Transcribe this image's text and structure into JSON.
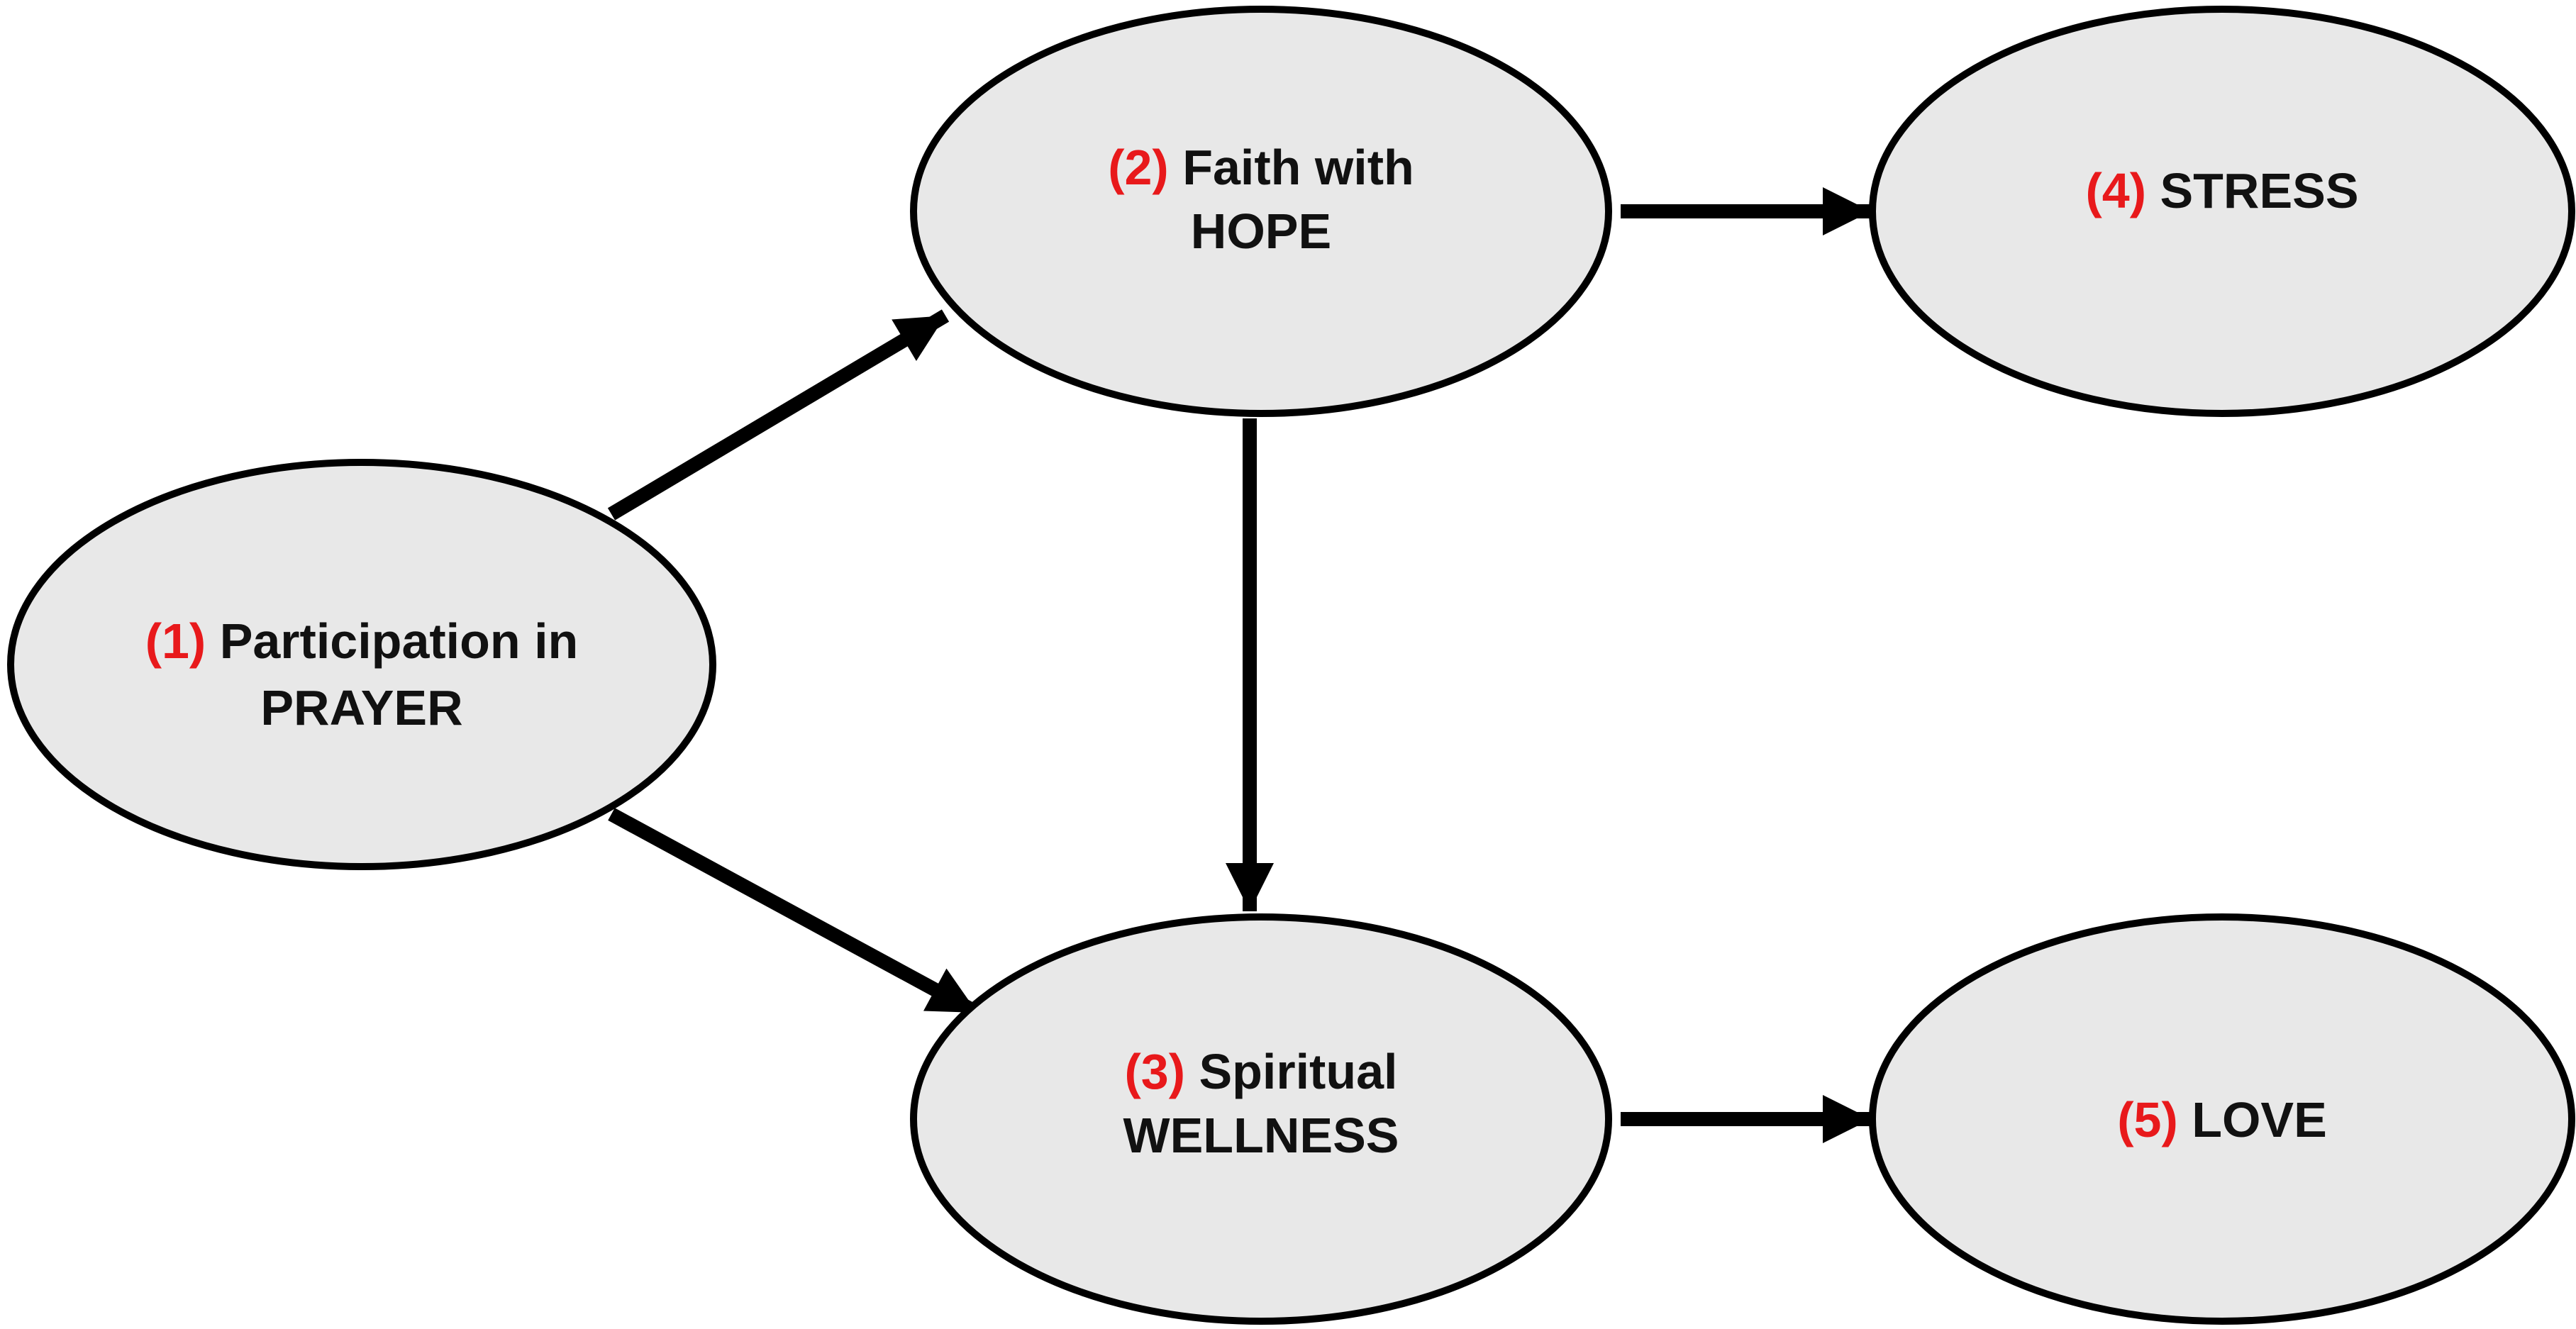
{
  "colors": {
    "node_fill": "#e8e8e8",
    "number": "#e8191b",
    "text": "#111111",
    "stroke": "#000000"
  },
  "nodes": {
    "prayer": {
      "number": "(1)",
      "line1": "Participation in",
      "line2": "PRAYER"
    },
    "faith": {
      "number": "(2)",
      "line1": "Faith with",
      "line2": "HOPE"
    },
    "wellness": {
      "number": "(3)",
      "line1": "Spiritual",
      "line2": "WELLNESS"
    },
    "stress": {
      "number": "(4)",
      "line1": "STRESS",
      "line2": ""
    },
    "love": {
      "number": "(5)",
      "line1": "LOVE",
      "line2": ""
    }
  },
  "edges": [
    {
      "from": "prayer",
      "to": "faith"
    },
    {
      "from": "prayer",
      "to": "wellness"
    },
    {
      "from": "faith",
      "to": "wellness"
    },
    {
      "from": "faith",
      "to": "stress"
    },
    {
      "from": "wellness",
      "to": "love"
    }
  ]
}
